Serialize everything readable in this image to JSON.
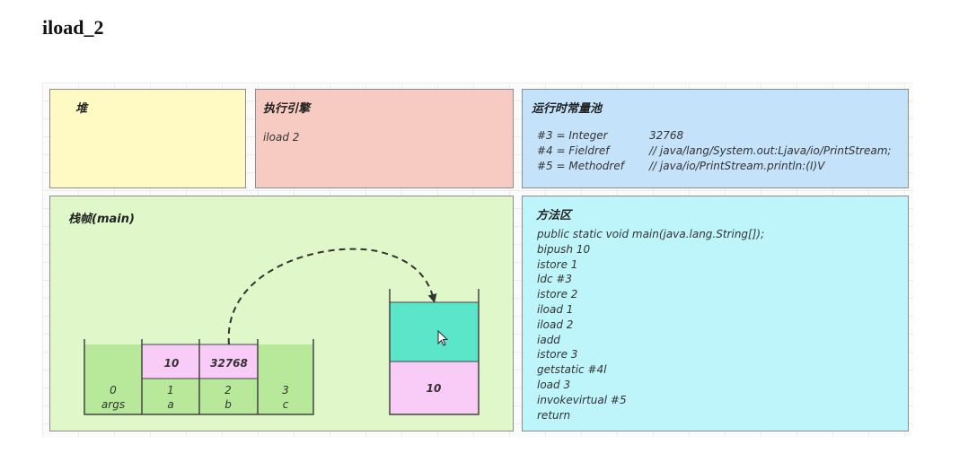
{
  "heading": "iload_2",
  "heap": {
    "title": "堆"
  },
  "engine": {
    "title": "执行引擎",
    "current": "iload 2"
  },
  "pool": {
    "title": "运行时常量池",
    "rows": [
      {
        "ref": "#3 = Integer",
        "value": "32768"
      },
      {
        "ref": "#4 = Fieldref",
        "value": "// java/lang/System.out:Ljava/io/PrintStream;"
      },
      {
        "ref": "#5 = Methodref",
        "value": "// java/io/PrintStream.println:(I)V"
      }
    ]
  },
  "frame": {
    "title": "栈帧(main)",
    "locals": [
      {
        "index": "0",
        "name": "args",
        "value": ""
      },
      {
        "index": "1",
        "name": "a",
        "value": "10"
      },
      {
        "index": "2",
        "name": "b",
        "value": "32768"
      },
      {
        "index": "3",
        "name": "c",
        "value": ""
      }
    ],
    "operand_stack": {
      "top": "",
      "bottom": "10"
    }
  },
  "method_area": {
    "title": "方法区",
    "code": [
      "public static void main(java.lang.String[]);",
      "bipush 10",
      "istore 1",
      "ldc #3",
      "istore 2",
      "iload 1",
      "iload 2",
      "iadd",
      "istore 3",
      "getstatic #4l",
      "load 3",
      "invokevirtual #5",
      "return"
    ]
  },
  "colors": {
    "heap": "#fff9c4",
    "engine": "#f8cbc2",
    "pool": "#c4e3fb",
    "frame": "#dff7c9",
    "method_area": "#bdf5fb",
    "slot_green": "#b8e89a",
    "slot_pink": "#f9ccf7",
    "stack_top": "#5ce6c9"
  }
}
